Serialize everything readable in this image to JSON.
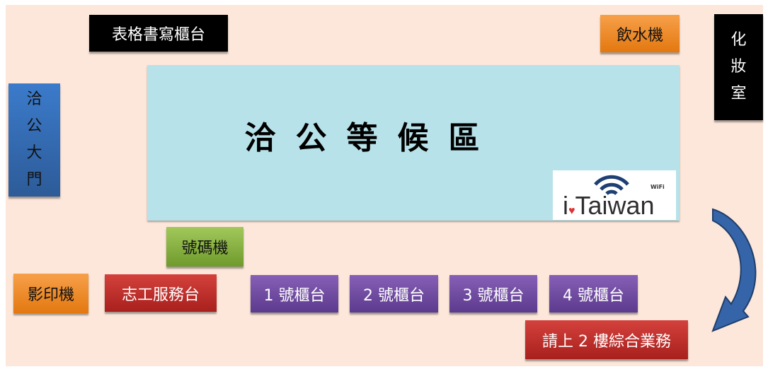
{
  "title": "洽公等候區",
  "logo": {
    "text": "i.Taiwan",
    "display": "Taiwan",
    "wifi": "WiFi"
  },
  "labels": {
    "form_counter": "表格書寫櫃台",
    "water": "飲水機",
    "restroom": [
      "化",
      "妝",
      "室"
    ],
    "entrance": [
      "洽",
      "公",
      "大",
      "門"
    ],
    "ticket": "號碼機",
    "copier": "影印機",
    "volunteer": "志工服務台",
    "counters": [
      "1 號櫃台",
      "2 號櫃台",
      "3 號櫃台",
      "4 號櫃台"
    ],
    "upstairs": "請上 2 樓綜合業務"
  },
  "colors": {
    "background": "#fce7da",
    "waiting": "#b7e2e9",
    "arrow": "#3565a8"
  }
}
